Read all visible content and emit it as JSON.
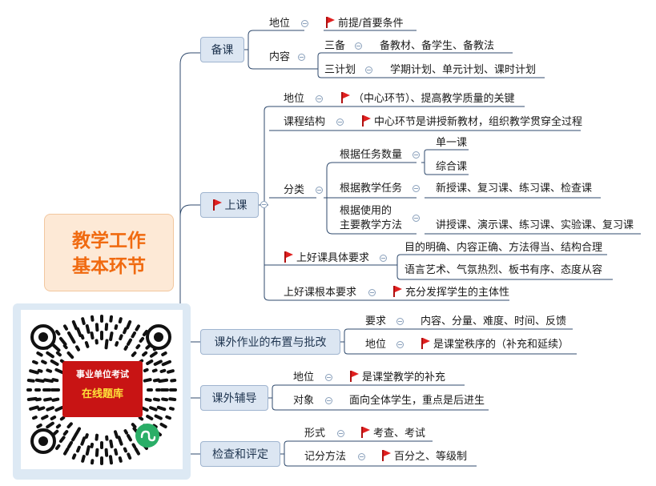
{
  "root": {
    "line1": "教学工作",
    "line2": "基本环节"
  },
  "branches": {
    "beike": {
      "label": "备课",
      "diwei": {
        "key": "地位",
        "value": "前提/首要条件"
      },
      "neirong": {
        "key": "内容",
        "sanbei": {
          "key": "三备",
          "value": "备教材、备学生、备教法"
        },
        "sanjihua": {
          "key": "三计划",
          "value": "学期计划、单元计划、课时计划"
        }
      }
    },
    "shangke": {
      "label": "上课",
      "diwei": {
        "key": "地位",
        "value": "（中心环节）、提高教学质量的关键"
      },
      "jiegou": {
        "key": "课程结构",
        "value": "中心环节是讲授新教材，组织教学贯穿全过程"
      },
      "fenlei": {
        "key": "分类",
        "shuliang": {
          "key": "根据任务数量",
          "v1": "单一课",
          "v2": "综合课"
        },
        "renwu": {
          "key": "根据教学任务",
          "value": "新授课、复习课、练习课、检查课"
        },
        "fangfa": {
          "key1": "根据使用的",
          "key2": "主要教学方法",
          "value": "讲授课、演示课、练习课、实验课、复习课"
        }
      },
      "juti": {
        "key": "上好课具体要求",
        "v1": "目的明确、内容正确、方法得当、结构合理",
        "v2": "语言艺术、气氛热烈、板书有序、态度从容"
      },
      "genben": {
        "key": "上好课根本要求",
        "value": "充分发挥学生的主体性"
      }
    },
    "zuoye": {
      "label": "课外作业的布置与批改",
      "yaoqiu": {
        "key": "要求",
        "value": "内容、分量、难度、时间、反馈"
      },
      "diwei": {
        "key": "地位",
        "value": "是课堂秩序的（补充和延续）"
      }
    },
    "fudao": {
      "label": "课外辅导",
      "diwei": {
        "key": "地位",
        "value": "是课堂教学的补充"
      },
      "duixiang": {
        "key": "对象",
        "value": "面向全体学生，重点是后进生"
      }
    },
    "jiancha": {
      "label": "检查和评定",
      "xingshi": {
        "key": "形式",
        "value": "考查、考试"
      },
      "fangfa": {
        "key": "记分方法",
        "value": "百分之、等级制"
      }
    }
  },
  "qr": {
    "line1": "事业单位考试",
    "line2": "在线题库"
  },
  "colors": {
    "root_text": "#f06a10",
    "root_fill": "#fde9d6",
    "node_fill": "#dce6f2",
    "line": "#2f4a6d",
    "flag": "#e02020"
  }
}
